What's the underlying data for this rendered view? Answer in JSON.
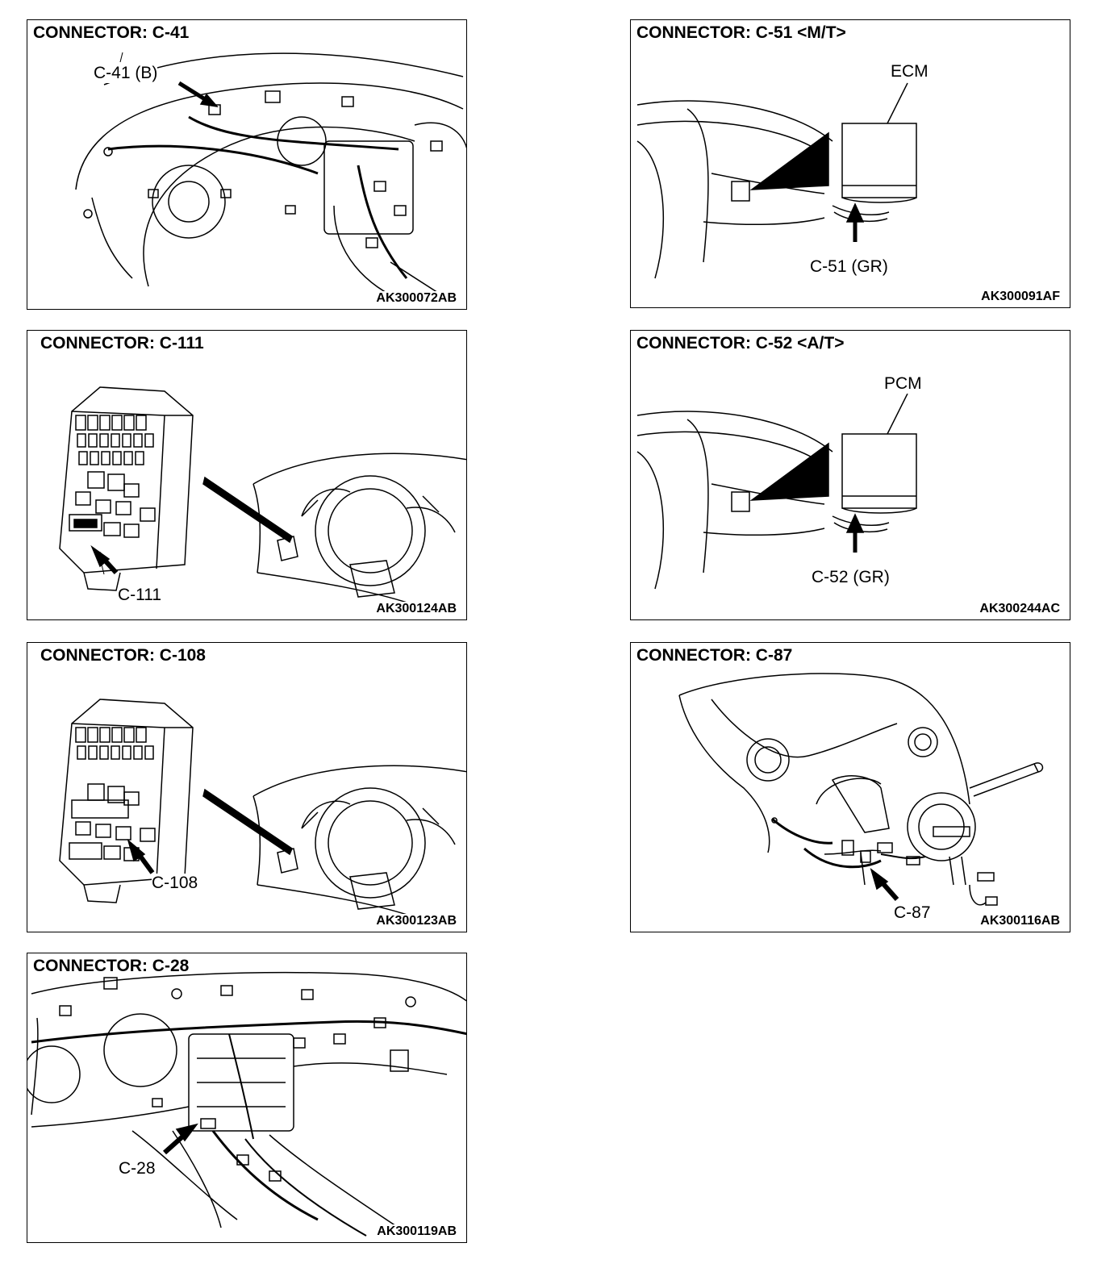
{
  "panels": {
    "c41": {
      "title": "CONNECTOR: C-41",
      "code": "AK300072AB",
      "callout": "C-41 (B)"
    },
    "c51": {
      "title": "CONNECTOR: C-51 <M/T>",
      "code": "AK300091AF",
      "callout": "C-51 (GR)",
      "module": "ECM"
    },
    "c111": {
      "title": "CONNECTOR: C-111",
      "code": "AK300124AB",
      "callout": "C-111"
    },
    "c52": {
      "title": "CONNECTOR: C-52 <A/T>",
      "code": "AK300244AC",
      "callout": "C-52 (GR)",
      "module": "PCM"
    },
    "c108": {
      "title": "CONNECTOR: C-108",
      "code": "AK300123AB",
      "callout": "C-108"
    },
    "c87": {
      "title": "CONNECTOR: C-87",
      "code": "AK300116AB",
      "callout": "C-87"
    },
    "c28": {
      "title": "CONNECTOR: C-28",
      "code": "AK300119AB",
      "callout": "C-28"
    }
  }
}
